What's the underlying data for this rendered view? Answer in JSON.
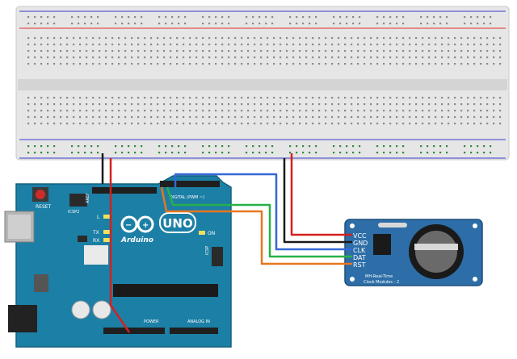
{
  "arduino": {
    "brand": "Arduino",
    "model": "UNO",
    "reset_label": "RESET",
    "icsp2_label": "ICSP2",
    "icsp_label": "ICSP",
    "on_label": "ON",
    "l_label": "L",
    "tx_label": "TX",
    "rx_label": "RX",
    "aref_label": "AREF",
    "digital_label": "DIGITAL (PWM ~)",
    "power_label": "POWER",
    "analog_label": "ANALOG IN"
  },
  "rtc_module": {
    "pins": [
      "VCC",
      "GND",
      "CLK",
      "DAT",
      "RST"
    ],
    "title_line1": "MH-Real-Time",
    "title_line2": "Clock Modules - 2"
  },
  "colors": {
    "breadboard": "#e6e6e6",
    "breadboard_channel": "#d4d4d4",
    "rail_red": "#e0302a",
    "rail_blue": "#3a3ad0",
    "rail_hole_green": "#2e8b3a",
    "board_blue": "#1c7fa6",
    "module_blue": "#2d6ea8",
    "wire_red": "#d42020",
    "wire_black": "#1a1a1a",
    "wire_blue": "#3468d6",
    "wire_green": "#28b048",
    "wire_orange": "#e8761e"
  }
}
